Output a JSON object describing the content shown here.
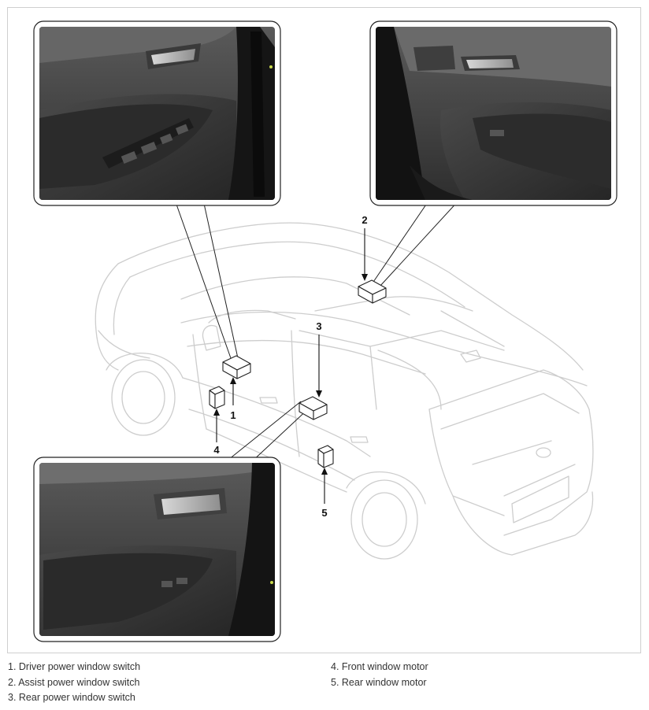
{
  "callouts": [
    {
      "number": "1"
    },
    {
      "number": "2"
    },
    {
      "number": "3"
    },
    {
      "number": "4"
    },
    {
      "number": "5"
    }
  ],
  "legend": {
    "left": [
      "1. Driver power window switch",
      "2. Assist power window switch",
      "3. Rear power window switch"
    ],
    "right": [
      "4. Front window motor",
      "5. Rear window motor"
    ]
  }
}
